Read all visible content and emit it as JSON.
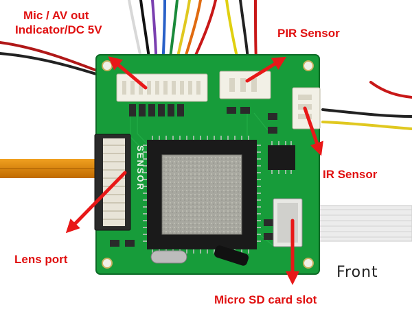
{
  "colors": {
    "label": "#e01010",
    "arrow": "#e81818",
    "front_text": "#222222",
    "pcb": "#179c3a",
    "background": "#ffffff"
  },
  "labels": {
    "mic_line1": "Mic / AV out",
    "mic_line2": "Indicator/DC 5V",
    "pir": "PIR Sensor",
    "ir": "IR Sensor",
    "lens": "Lens port",
    "sd": "Micro SD card slot",
    "front": "Front"
  },
  "chip_marking": "SENSOR"
}
